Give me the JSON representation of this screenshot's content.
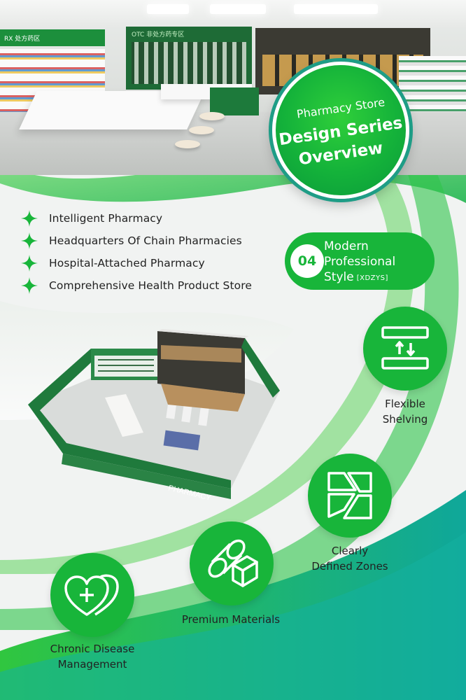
{
  "hero": {
    "left_sign": "RX  处方药区",
    "back_sign": "OTC 非处方药专区"
  },
  "title_badge": {
    "line1": "Pharmacy Store",
    "line2": "Design Series",
    "line3": "Overview"
  },
  "features": [
    {
      "label": "Intelligent Pharmacy",
      "icon": "star-icon"
    },
    {
      "label": "Headquarters Of Chain Pharmacies",
      "icon": "star-icon"
    },
    {
      "label": "Hospital-Attached Pharmacy",
      "icon": "star-icon"
    },
    {
      "label": "Comprehensive Health Product Store",
      "icon": "star-icon"
    }
  ],
  "style_pill": {
    "number": "04",
    "line1": "Modern",
    "line2": "Professional",
    "line3": "Style",
    "code": "[XDZYS]"
  },
  "model": {
    "sign": "PHARMACY"
  },
  "icons": [
    {
      "name": "shelving-icon",
      "label_line1": "Flexible",
      "label_line2": "Shelving"
    },
    {
      "name": "zones-icon",
      "label_line1": "Clearly",
      "label_line2": "Defined Zones"
    },
    {
      "name": "materials-icon",
      "label_line1": "Premium Materials",
      "label_line2": ""
    },
    {
      "name": "heart-plus-icon",
      "label_line1": "Chronic Disease",
      "label_line2": "Management"
    }
  ],
  "colors": {
    "brand_green": "#18b53a",
    "teal": "#1e9d86",
    "background": "#f3f5f4"
  }
}
